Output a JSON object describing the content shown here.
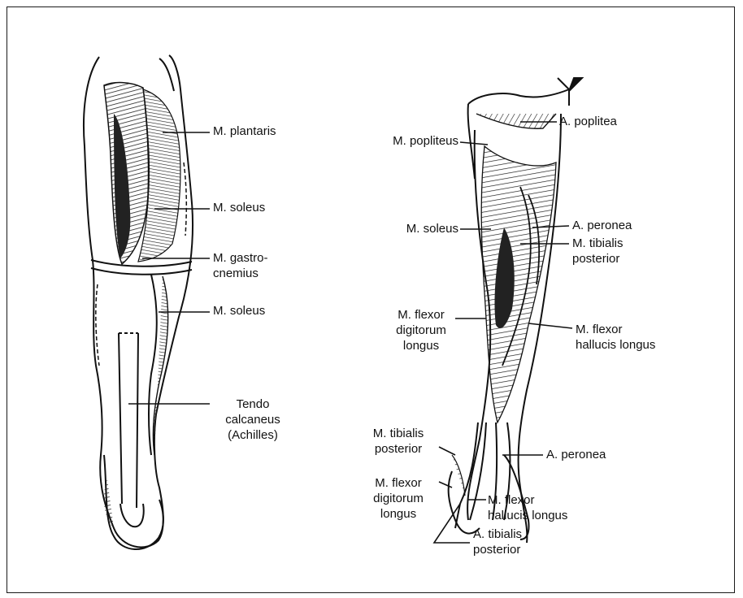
{
  "left_figure": {
    "plantaris": "M. plantaris",
    "soleus_upper": "M. soleus",
    "gastrocnemius": [
      "M. gastro-",
      "cnemius"
    ],
    "soleus_lower": "M. soleus",
    "tendo": [
      "Tendo",
      "calcaneus",
      "(Achilles)"
    ]
  },
  "right_figure": {
    "poplitea": "A. poplitea",
    "popliteus": "M. popliteus",
    "soleus": "M. soleus",
    "peronea_upper": "A. peronea",
    "tibialis_posterior_upper": [
      "M. tibialis",
      "posterior"
    ],
    "flexor_digitorum_upper": [
      "M. flexor",
      "digitorum",
      "longus"
    ],
    "flexor_hallucis_upper": [
      "M. flexor",
      "hallucis longus"
    ],
    "tibialis_posterior_lower": [
      "M. tibialis",
      "posterior"
    ],
    "peronea_lower": "A. peronea",
    "flexor_digitorum_lower": [
      "M. flexor",
      "digitorum",
      "longus"
    ],
    "flexor_hallucis_lower": [
      "M. flexor",
      "hallucis longus"
    ],
    "tibialis_artery": [
      "A. tibialis",
      "posterior"
    ]
  }
}
